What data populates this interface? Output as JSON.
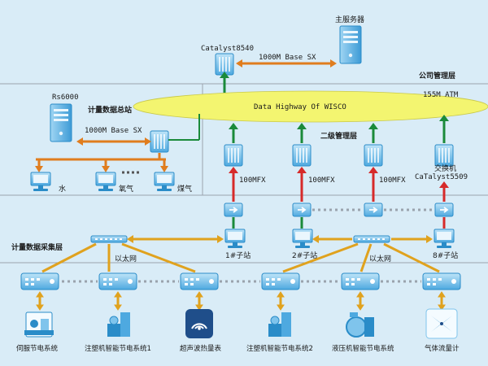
{
  "labels": {
    "main_server": "主服务器",
    "catalyst8540": "Catalyst8540",
    "link_1000m_top": "1000M Base SX",
    "company_layer": "公司管理层",
    "rs6000": "Rs6000",
    "metering_master": "计量数据总站",
    "wisco_highway": "Data Highway Of WISCO",
    "atm": "155M ATM",
    "link_1000m_left": "1000M Base SX",
    "second_layer": "二级管理层",
    "water": "水",
    "oxygen": "氧气",
    "gas": "煤气",
    "mfx1": "100MFX",
    "mfx2": "100MFX",
    "mfx3": "100MFX",
    "switch_label": "交换机",
    "catalyst5509": "CaTalyst5509",
    "collect_layer": "计量数据采集层",
    "ethernet_left": "以太网",
    "ethernet_right": "以太网",
    "sub1": "1#子站",
    "sub2": "2#子站",
    "sub8": "8#子站",
    "dev_servo": "伺服节电系统",
    "dev_inj1": "注塑机智能节电系统1",
    "dev_ultra": "超声波热量表",
    "dev_inj2": "注塑机智能节电系统2",
    "dev_hydro": "液压机智能节电系统",
    "dev_flow": "气体流量计"
  },
  "colors": {
    "background": "#d9ecf7",
    "ellipse": "#f3f570",
    "orange_link": "#e07d1e",
    "green_arrow": "#1a8a3a",
    "red_arrow": "#d62a2a",
    "device_blue": "#7fc4ec",
    "device_dark": "#2a8cc8",
    "dashed_line": "#9aa3ad"
  }
}
